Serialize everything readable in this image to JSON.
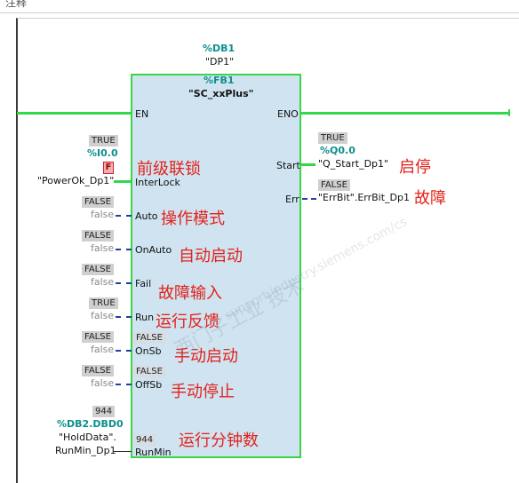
{
  "comment": "注释",
  "block": {
    "instance_db": "%DB1",
    "instance_name": "\"DP1\"",
    "fb": "%FB1",
    "fb_name": "\"SC_xxPlus\""
  },
  "pins_left": {
    "en": "EN",
    "interlock": "InterLock",
    "auto": "Auto",
    "onauto": "OnAuto",
    "fail": "Fail",
    "run": "Run",
    "onsb": "OnSb",
    "offsb": "OffSb",
    "runmin": "RunMin"
  },
  "pins_right": {
    "eno": "ENO",
    "start": "Start",
    "err": "Err"
  },
  "inputs": {
    "interlock": {
      "status": "TRUE",
      "address": "%I0.0",
      "flag": "F",
      "tag": "\"PowerOk_Dp1\""
    },
    "auto": {
      "status": "FALSE",
      "value": "false"
    },
    "onauto": {
      "status": "FALSE",
      "value": "false"
    },
    "fail": {
      "status": "FALSE",
      "value": "false"
    },
    "run": {
      "status": "TRUE",
      "value": "false"
    },
    "onsb": {
      "status": "FALSE",
      "value": "false",
      "inner_status": "FALSE"
    },
    "offsb": {
      "status": "FALSE",
      "value": "false",
      "inner_status": "FALSE"
    },
    "runmin": {
      "status": "944",
      "address": "%DB2.DBD0",
      "tag1": "\"HoldData\".",
      "tag2": "RunMin_Dp1",
      "inner_status": "944"
    }
  },
  "outputs": {
    "start": {
      "status": "TRUE",
      "address": "%Q0.0",
      "tag": "\"Q_Start_Dp1\""
    },
    "err": {
      "status": "FALSE",
      "tag": "\"ErrBit\".ErrBit_Dp1"
    }
  },
  "annotations": {
    "interlock": "前级联锁",
    "auto": "操作模式",
    "onauto": "自动启动",
    "fail": "故障输入",
    "run": "运行反馈",
    "onsb": "手动启动",
    "offsb": "手动停止",
    "runmin": "运行分钟数",
    "start": "启停",
    "err": "故障"
  },
  "watermark": {
    "cn": "西门子工业  技术",
    "url": "support.industry.siemens.com/cs"
  },
  "colors": {
    "power_flow": "#2fd94a",
    "block_fill": "#cfe3f0",
    "address": "#0b8f8f",
    "annotation": "#e3221a",
    "dashed_wire": "#1e3f9e"
  }
}
